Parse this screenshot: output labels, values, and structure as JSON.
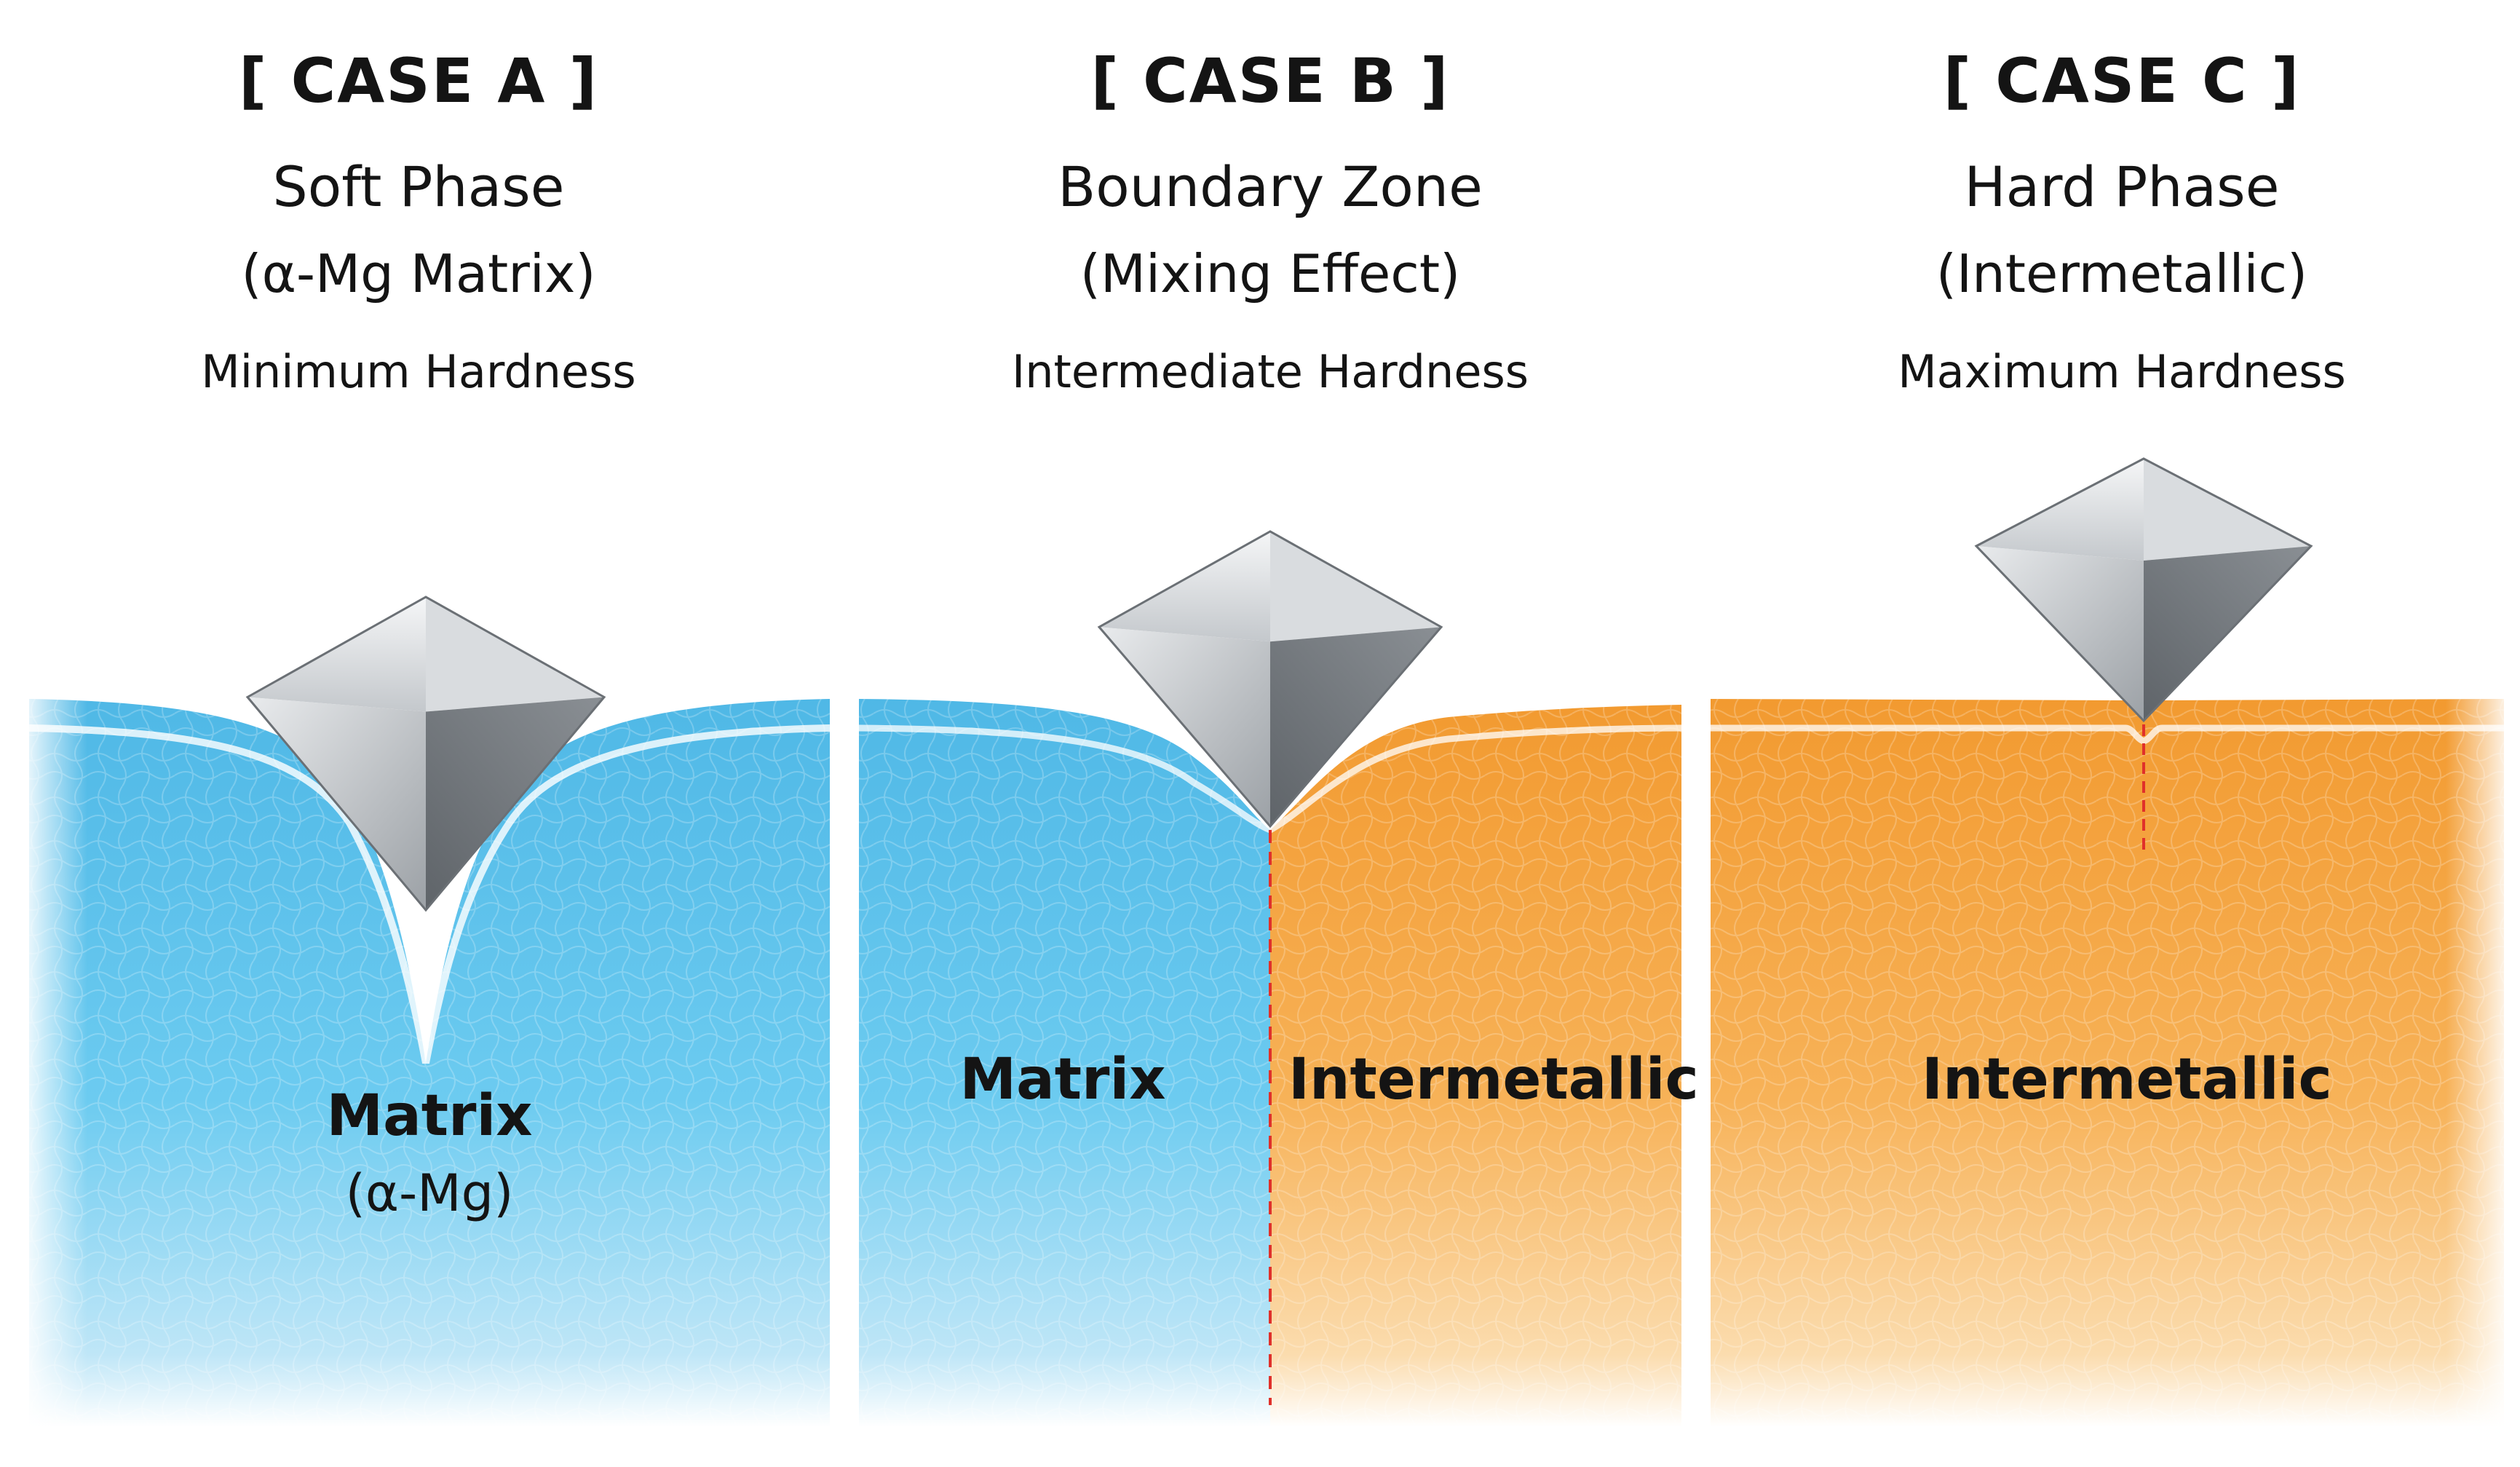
{
  "cases": [
    {
      "title": "[ CASE A ]",
      "phase": "Soft Phase",
      "subtitle": "(α-Mg Matrix)",
      "hardness": "Minimum Hardness",
      "label": "Matrix",
      "label_sub": "(α-Mg)"
    },
    {
      "title": "[ CASE B ]",
      "phase": "Boundary Zone",
      "subtitle": "(Mixing Effect)",
      "hardness": "Intermediate Hardness",
      "label_left": "Matrix",
      "label_right": "Intermetallic"
    },
    {
      "title": "[ CASE C ]",
      "phase": "Hard Phase",
      "subtitle": "(Intermetallic)",
      "hardness": "Maximum Hardness",
      "label": "Intermetallic"
    }
  ],
  "colors": {
    "matrix": "#5cc3ea",
    "intermetallic": "#f5a544",
    "boundary_line": "#e0302a",
    "indenter": "#b8bcc0",
    "text": "#141414"
  }
}
